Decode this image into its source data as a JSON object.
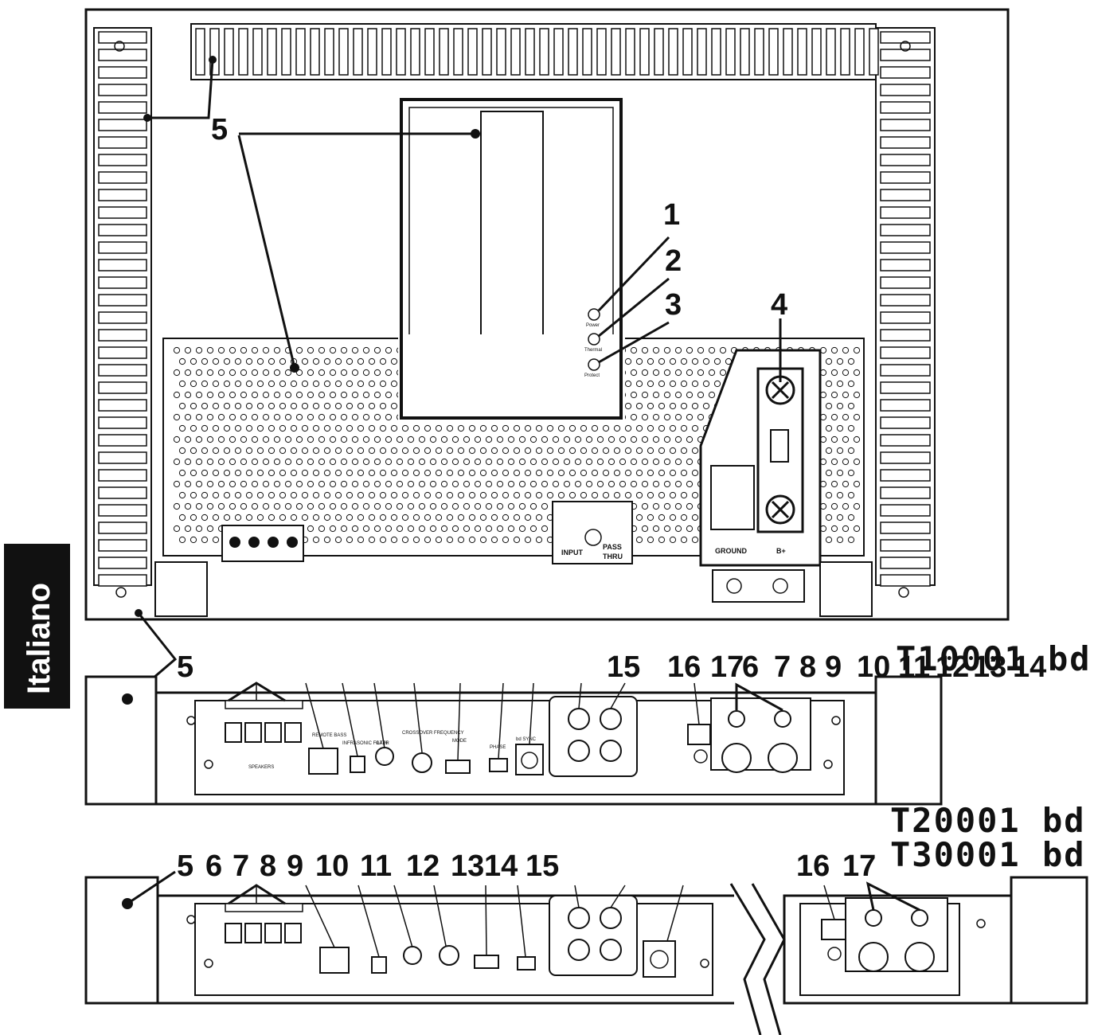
{
  "language_tab": "Italiano",
  "top_view": {
    "callouts": {
      "c1": "1",
      "c2": "2",
      "c3": "3",
      "c4": "4",
      "c5a": "5",
      "c5b": "5"
    },
    "leds": {
      "power": "Power",
      "thermal": "Thermal",
      "protect": "Protect"
    },
    "terminals": {
      "ground": "GROUND",
      "bplus": "B+"
    },
    "input": {
      "input": "INPUT",
      "pass": "PASS",
      "thru": "THRU"
    }
  },
  "t1": {
    "model": "T10001 bd",
    "callouts": [
      "5",
      "15",
      "16",
      "17",
      "6",
      "7",
      "8",
      "9",
      "10",
      "11",
      "12",
      "13",
      "14"
    ],
    "labels": {
      "remote_bass": "REMOTE BASS",
      "infrasonic": "INFRASONIC FILTER",
      "gain": "GAIN",
      "crossover": "CROSSOVER FREQUENCY",
      "mode": "MODE",
      "phase": "PHASE",
      "sync": "bd SYNC",
      "speakers": "SPEAKERS"
    }
  },
  "t2": {
    "model_a": "T20001 bd",
    "model_b": "T30001 bd",
    "callouts": [
      "5",
      "6",
      "7",
      "8",
      "9",
      "10",
      "11",
      "12",
      "13",
      "14",
      "15",
      "16",
      "17"
    ]
  }
}
